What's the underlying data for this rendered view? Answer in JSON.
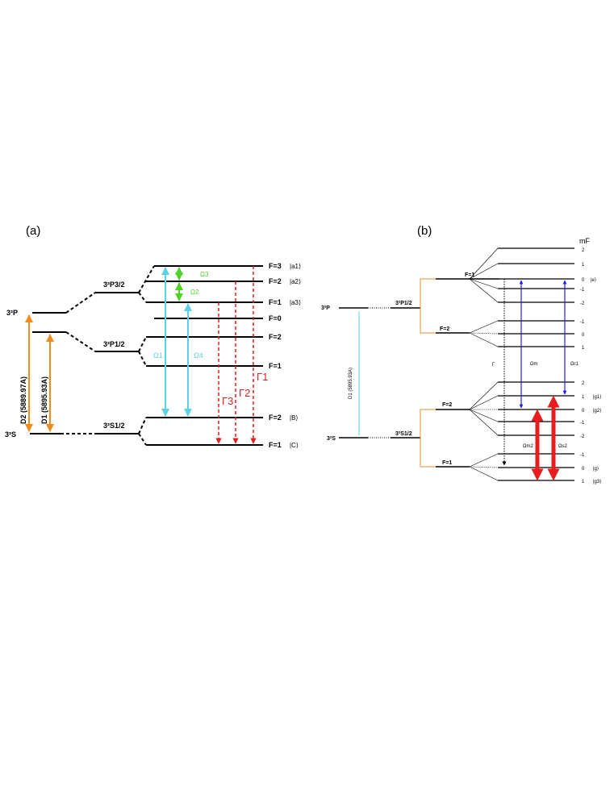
{
  "panel_a": {
    "label": "(a)",
    "levels": {
      "p": "3²P",
      "s": "3²S",
      "p32": "3²P3/2",
      "p12": "3²P1/2",
      "s12": "3²S1/2"
    },
    "transitions": {
      "d2": "D2 (5889.97A)",
      "d1": "D1 (5895.93A)"
    },
    "hyperfine_p32": [
      "F=3",
      "F=2",
      "F=1",
      "F=0"
    ],
    "kets_p32": [
      "|a1⟩",
      "|a2⟩",
      "|a3⟩"
    ],
    "hyperfine_p12": [
      "F=2",
      "F=1"
    ],
    "hyperfine_s12": [
      "F=2",
      "F=1"
    ],
    "kets_s12": [
      "|B⟩",
      "|C⟩"
    ],
    "omegas": [
      "Ω3",
      "Ω2",
      "Ω1",
      "Ω4"
    ],
    "gammas": [
      "Γ3",
      "Γ2",
      "Γ1"
    ],
    "colors": {
      "orange": "#f08c1e",
      "cyan": "#5ad2e6",
      "green": "#50d228",
      "red": "#e61e1e",
      "black": "#000000"
    }
  },
  "panel_b": {
    "label": "(b)",
    "levels": {
      "p": "3²P",
      "s": "3²S",
      "p12": "3²P1/2",
      "s12": "3²S1/2"
    },
    "d1": "D1 (5895.93A)",
    "mf_header": "mF",
    "upper_f1": "F=1",
    "upper_f2": "F=2",
    "upper_f1_mf": [
      "2",
      "1",
      "0",
      "-1",
      "-2"
    ],
    "upper_f2_mf": [
      "-1",
      "0",
      "1"
    ],
    "lower_f2": "F=2",
    "lower_f2_mf": [
      "2",
      "1",
      "0",
      "-1",
      "-2"
    ],
    "lower_f1": "F=1",
    "lower_f1_mf": [
      "-1",
      "0",
      "1"
    ],
    "ket_e": "|e⟩",
    "kets_g": [
      "|g1⟩",
      "|g2⟩",
      "|g⟩",
      "|g3⟩"
    ],
    "gamma": "Γ",
    "omegas_blue": [
      "Ωm",
      "Ωr1"
    ],
    "omegas_red": [
      "Ωm2",
      "Ωs2"
    ],
    "colors": {
      "blue": "#1e1ee6",
      "red": "#e61e1e",
      "cyan": "#5ad2e6",
      "orange": "#e68c32",
      "black": "#000000"
    }
  }
}
